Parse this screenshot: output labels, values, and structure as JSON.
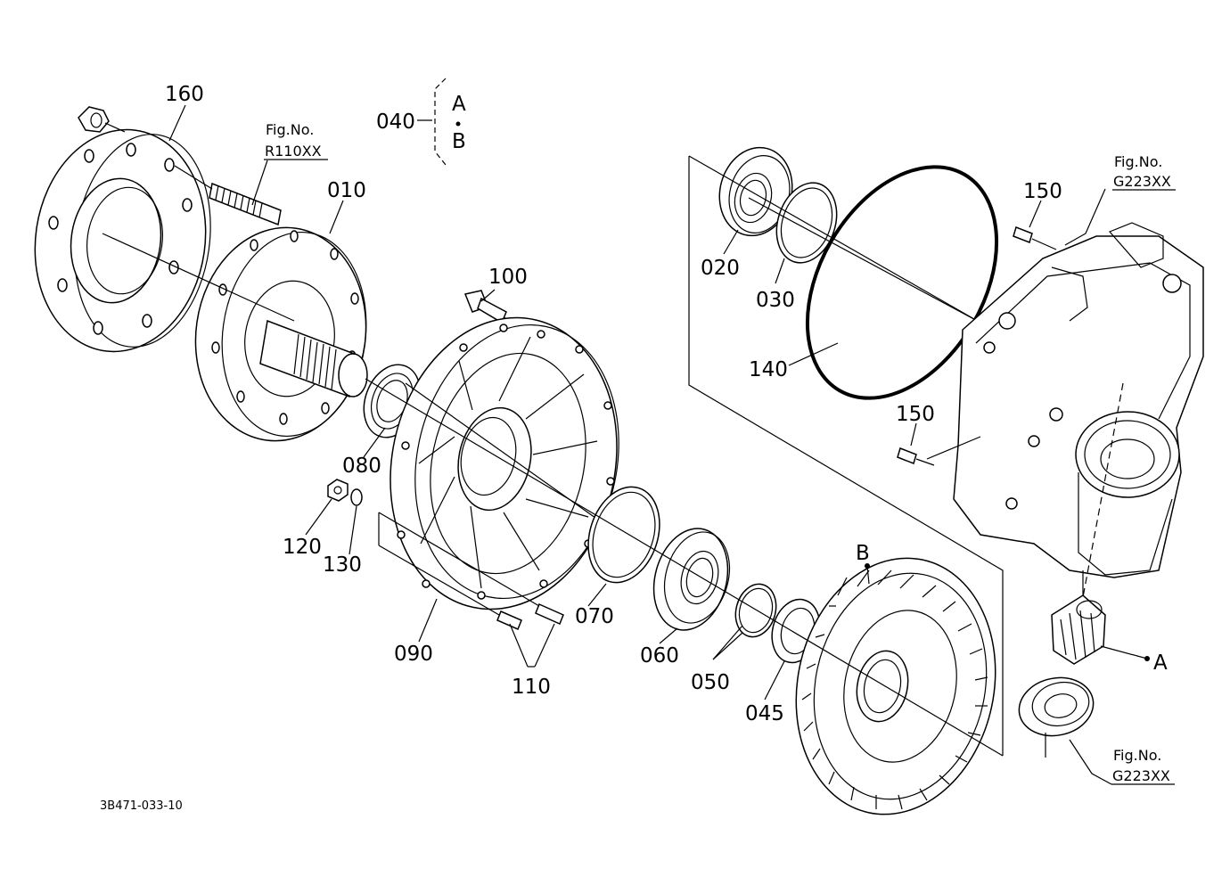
{
  "drawing_code": "3B471-033-10",
  "labels": {
    "p160": "160",
    "p010": "010",
    "p100": "100",
    "p080": "080",
    "p120": "120",
    "p130": "130",
    "p090": "090",
    "p110": "110",
    "p070": "070",
    "p060": "060",
    "p050": "050",
    "p045": "045",
    "p020": "020",
    "p030": "030",
    "p140": "140",
    "p150a": "150",
    "p150b": "150",
    "p040": "040"
  },
  "markers": {
    "a": "A",
    "b": "B",
    "a_point": "A",
    "b_point": "B"
  },
  "figrefs": [
    {
      "title": "Fig.No.",
      "code": "R110XX"
    },
    {
      "title": "Fig.No.",
      "code": "G223XX"
    },
    {
      "title": "Fig.No.",
      "code": "G223XX"
    }
  ]
}
